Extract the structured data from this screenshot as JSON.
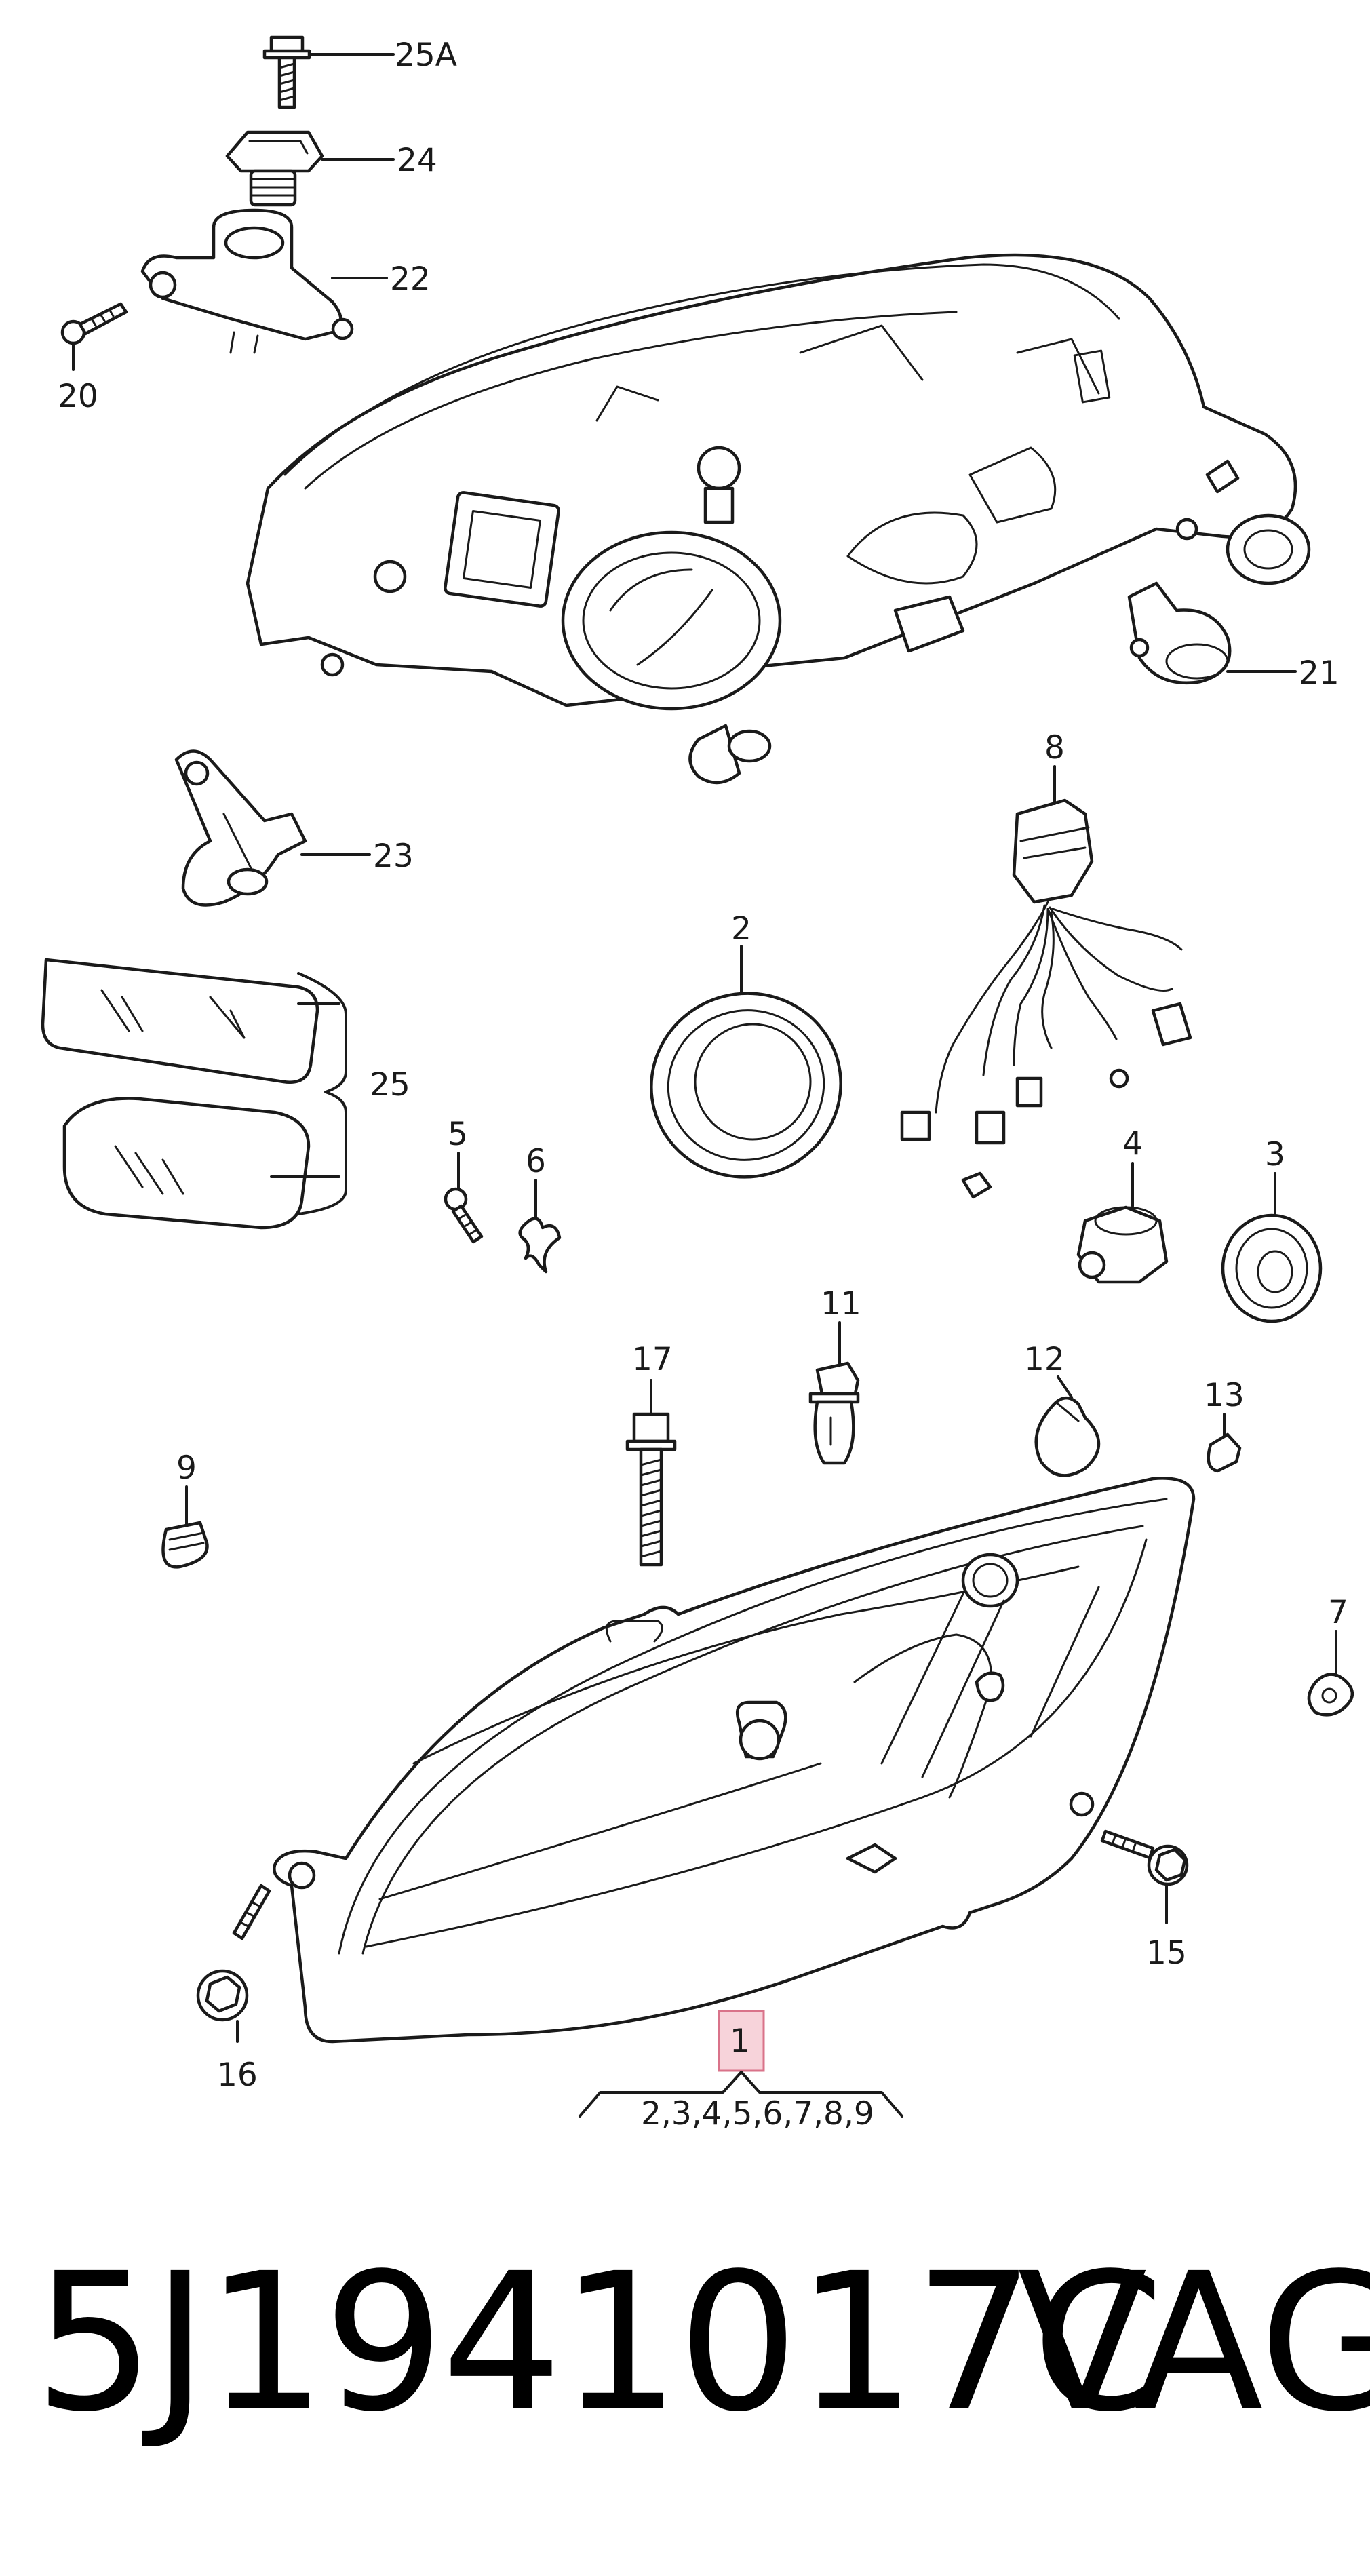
{
  "diagram": {
    "callouts": {
      "c25a": "25A",
      "c24": "24",
      "c22": "22",
      "c20": "20",
      "c21": "21",
      "c23": "23",
      "c8": "8",
      "c2": "2",
      "c25": "25",
      "c5": "5",
      "c6": "6",
      "c4": "4",
      "c3": "3",
      "c17": "17",
      "c11": "11",
      "c12": "12",
      "c13": "13",
      "c9": "9",
      "c7": "7",
      "c15": "15",
      "c16": "16",
      "c1": "1",
      "c1_sub": "2,3,4,5,6,7,8,9"
    },
    "highlight_color": "#f7d3da"
  },
  "footer": {
    "part_number": "5J1941017C",
    "brand": "VAG"
  }
}
